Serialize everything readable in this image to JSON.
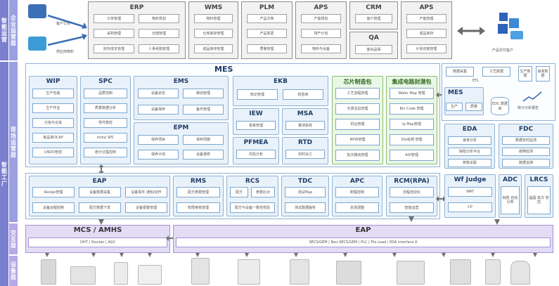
{
  "sidebar": {
    "top_outer": "智能运营",
    "top_inner": "企业运营层",
    "bottom_outer": "智能工厂",
    "field": "现场运营层",
    "interact": "交互层",
    "device": "设备层"
  },
  "left_icons": {
    "customer_order": "客户订单",
    "supplier": "供应商物料"
  },
  "right_icon_label": "产品交付客户",
  "enterprise": [
    {
      "title": "ERP",
      "cells": [
        "订单管理",
        "物料规划",
        "采购管理",
        "仓储管理",
        "财务成本管理",
        "人事考勤管理"
      ]
    },
    {
      "title": "WMS",
      "cells": [
        "物料管理",
        "仓库库存管理",
        "成品库存管理"
      ]
    },
    {
      "title": "PLM",
      "cells": [
        "产品文档",
        "产品变更",
        "质量管理"
      ]
    },
    {
      "title": "APS",
      "cells": [
        "产能规划",
        "排产计划",
        "物料与设备"
      ]
    },
    {
      "title": "CRM",
      "cells": [
        "客户管理"
      ]
    },
    {
      "title": "QA",
      "cells": [
        "客诉品保"
      ]
    },
    {
      "title": "APS",
      "cells": [
        "产能管理",
        "成品库存",
        "计划进度管理"
      ]
    }
  ],
  "mes": {
    "title": "MES",
    "wip": {
      "title": "WIP",
      "cells": [
        "生产包装",
        "生产作业",
        "分批与合批",
        "良品率OCAP",
        "UNDO管控"
      ]
    },
    "spc": {
      "title": "SPC",
      "cells": [
        "品质控制",
        "质量数据分析",
        "零件数控",
        "inline SPC",
        "统计过程控制"
      ]
    },
    "ems": {
      "title": "EMS",
      "cells": [
        "设备状态",
        "稼动管理",
        "设备保养",
        "备件管理"
      ]
    },
    "epm": {
      "title": "EPM",
      "cells": [
        "保养项目",
        "保养周期",
        "保养计划",
        "设备报修"
      ]
    },
    "ekb": {
      "title": "EKB",
      "cells": [
        "知识管理",
        "经验库"
      ]
    },
    "iew": {
      "title": "IEW",
      "cells": [
        "看板管理"
      ]
    },
    "msa": {
      "title": "MSA",
      "cells": [
        "量测系统"
      ]
    },
    "pfmea": {
      "title": "PFMEA",
      "cells": [
        "风险分析"
      ]
    },
    "rtd": {
      "title": "RTD",
      "cells": [
        "实时派工"
      ]
    },
    "chip": {
      "title": "芯片制造包",
      "cells": [
        "工艺流程管理",
        "光罩治具管理",
        "机台管理",
        "NPW管理",
        "批次路线管理"
      ]
    },
    "ic": {
      "title": "集成电路封测包",
      "cells": [
        "Wafer Map 管理",
        "Bin Code 管理",
        "Ip Map管理",
        "Die追溯 管理",
        "AOI管理"
      ]
    }
  },
  "analytics": {
    "top_cells": [
      "数据采集",
      "工艺数据",
      "生产数据",
      "良率数据"
    ],
    "etl_label": "ETL",
    "mes_small": {
      "title": "MES",
      "cells": [
        "生产",
        "质量"
      ]
    },
    "edc": "EDC 数据库",
    "report": "统计分析报告",
    "eda": {
      "title": "EDA",
      "cells": [
        "良率分析",
        "缺陷分析平台",
        "参数关联"
      ]
    },
    "fdc": {
      "title": "FDC",
      "cells": [
        "数据实时监测",
        "故障检测",
        "数据追溯"
      ]
    }
  },
  "lower": {
    "eap": {
      "title": "EAP",
      "cells": [
        "Recipe管理",
        "设备数据采集",
        "设备事件 通知/动作",
        "设备远程控制",
        "配方数据下发",
        "设备报警管理"
      ]
    },
    "rms": {
      "title": "RMS",
      "cells": [
        "配方参数管理",
        "权限审核管理"
      ]
    },
    "rcs": {
      "title": "RCS",
      "cells": [
        "配方",
        "参数比对",
        "配方与设备一致性校验"
      ]
    },
    "tdc": {
      "title": "TDC",
      "cells": [
        "测试Map",
        "测试数据解析"
      ]
    },
    "apc": {
      "title": "APC",
      "cells": [
        "制程控制",
        "反馈调整"
      ]
    },
    "rcm": {
      "title": "RCM(RPA)",
      "cells": [
        "流程自动化",
        "智能运营"
      ]
    },
    "wf": {
      "title": "Wf Judge",
      "cells": [
        "WAT",
        "CP"
      ]
    },
    "adc": {
      "title": "ADC",
      "cells": [
        "缺陷 自动 分类"
      ]
    },
    "lrcs": {
      "title": "LRCS",
      "cells": [
        "晶圆 批次 管控"
      ]
    }
  },
  "interaction": {
    "mcs_title": "MCS / AMHS",
    "mcs_items": "OHT | Stocker | AGV",
    "eap_title": "EAP",
    "eap_items": "SECS/GEM | Non-SECS/GEM | PLC | File Load | EDA Interface A"
  }
}
